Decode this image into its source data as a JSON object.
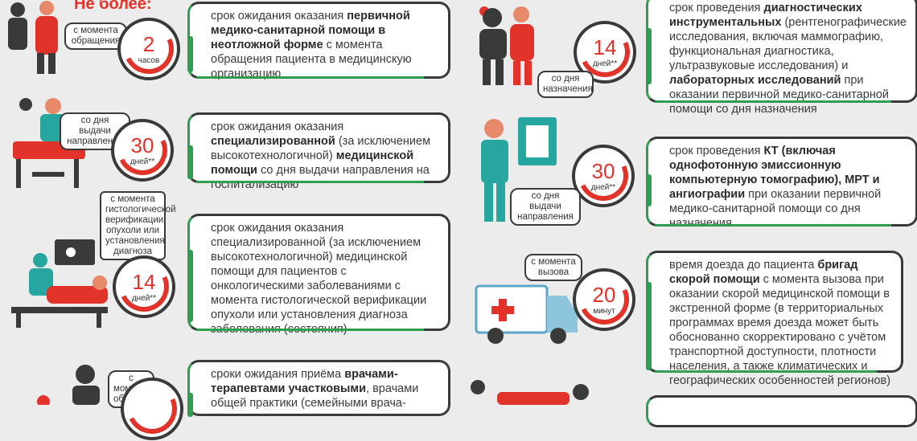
{
  "header": {
    "title": "Не более:"
  },
  "items_left": [
    {
      "bubble": "с момента обращения",
      "value": "2",
      "unit": "часов",
      "text_parts": [
        {
          "t": "срок ожидания оказания ",
          "b": false
        },
        {
          "t": "первичной медико-санитарной помощи в неотложной форме",
          "b": true
        },
        {
          "t": " с момента обращения пациента в медицинскую организацию",
          "b": false
        }
      ]
    },
    {
      "bubble": "со дня выдачи направления",
      "value": "30",
      "unit": "дней**",
      "text_parts": [
        {
          "t": "срок ожидания оказания ",
          "b": false
        },
        {
          "t": "специализированной",
          "b": true
        },
        {
          "t": " (за исключением высокотехнологичной) ",
          "b": false
        },
        {
          "t": "медицинской помощи",
          "b": true
        },
        {
          "t": " со дня выдачи направления на госпитализацию",
          "b": false
        }
      ]
    },
    {
      "bubble": "с момента гистологической верификации опухоли или установления диагноза",
      "value": "14",
      "unit": "дней**",
      "text_parts": [
        {
          "t": "срок ожидания оказания специализированной (за исключением высокотехнологичной) медицинской помощи для пациентов с онкологическими заболеваниями с момента гистологической верификации опухоли или установления диагноза заболевания (состояния)",
          "b": false
        }
      ]
    },
    {
      "bubble": "с момента обращения",
      "text_parts": [
        {
          "t": "сроки ожидания приёма ",
          "b": false
        },
        {
          "t": "врачами-терапевтами участковыми",
          "b": true
        },
        {
          "t": ", врачами общей практики (семейными врача-",
          "b": false
        }
      ]
    }
  ],
  "items_right": [
    {
      "bubble": "со дня назначения",
      "value": "14",
      "unit": "дней**",
      "text_parts": [
        {
          "t": "срок проведения ",
          "b": false
        },
        {
          "t": "диагностических инструментальных",
          "b": true
        },
        {
          "t": " (рентгенографические исследования, включая маммографию, функциональная диагностика, ультразвуковые исследования) и ",
          "b": false
        },
        {
          "t": "лабораторных исследований",
          "b": true
        },
        {
          "t": " при оказании первичной медико-санитарной помощи со дня назначения",
          "b": false
        }
      ]
    },
    {
      "bubble": "со дня выдачи направления",
      "value": "30",
      "unit": "дней**",
      "text_parts": [
        {
          "t": "срок проведения ",
          "b": false
        },
        {
          "t": "КТ (включая однофотонную эмиссионную компьютерную томографию), МРТ и ангиографии",
          "b": true
        },
        {
          "t": " при оказании первичной медико-санитарной помощи со дня назначения",
          "b": false
        }
      ]
    },
    {
      "bubble": "с момента вызова",
      "value": "20",
      "unit": "минут",
      "text_parts": [
        {
          "t": "время доезда до пациента ",
          "b": false
        },
        {
          "t": "бригад скорой помощи",
          "b": true
        },
        {
          "t": " с момента вызова при оказании скорой медицинской помощи в экстренной форме (в территориальных программах время доезда может быть обоснованно скорректировано с учётом транспортной доступности, плотности населения, а также климатических и географических особенностей регионов)",
          "b": false
        }
      ]
    }
  ],
  "colors": {
    "red": "#e2332b",
    "green": "#2f9e4f",
    "teal": "#27a6a0",
    "dark": "#3a3a3a"
  }
}
